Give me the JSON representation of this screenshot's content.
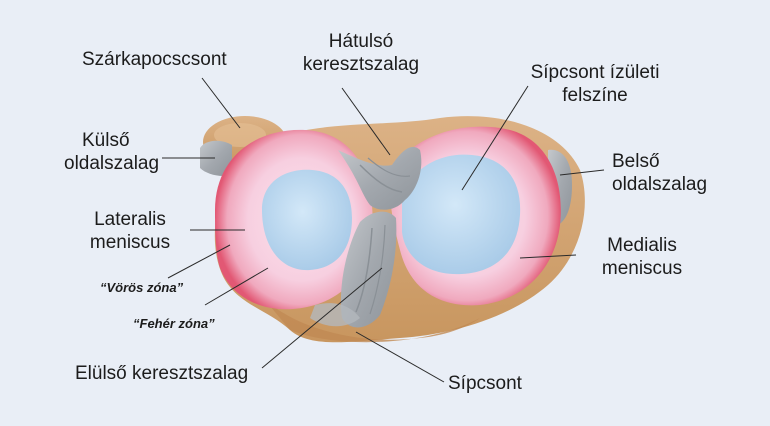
{
  "diagram": {
    "labels": {
      "fibula": "Szárkapocscsont",
      "posterior_cruciate_1": "Hátulsó",
      "posterior_cruciate_2": "keresztszalag",
      "tibial_surface_1": "Sípcsont ízületi",
      "tibial_surface_2": "felszíne",
      "lateral_collateral_1": "Külső",
      "lateral_collateral_2": "oldalszalag",
      "medial_collateral_1": "Belső",
      "medial_collateral_2": "oldalszalag",
      "lateral_meniscus_1": "Lateralis",
      "lateral_meniscus_2": "meniscus",
      "medial_meniscus_1": "Medialis",
      "medial_meniscus_2": "meniscus",
      "red_zone": "“Vörös zóna”",
      "white_zone": "“Fehér zóna”",
      "anterior_cruciate": "Elülső keresztszalag",
      "tibia": "Sípcsont"
    },
    "colors": {
      "background": "#e9eef6",
      "bone": "#d3a677",
      "meniscus_red": "#e8607a",
      "meniscus_white": "#f8d4e2",
      "cartilage": "#b9d8f0",
      "ligament": "#a9aeb4"
    }
  }
}
